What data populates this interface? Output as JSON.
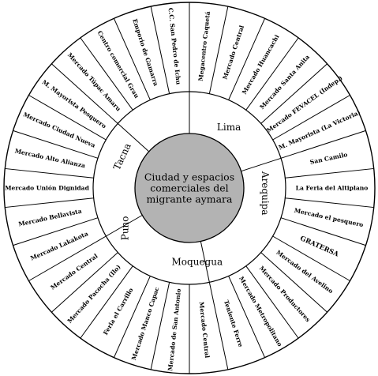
{
  "center": {
    "lines": [
      "Ciudad y espacios",
      "comerciales del",
      "migrante aymara"
    ]
  },
  "cities": [
    "Lima",
    "Arequipa",
    "Moquegua",
    "Puno",
    "Tacna"
  ],
  "markets": [
    "Megacentro Caquetá",
    "Mercado Central",
    "Mercado Huancachi",
    "Mercado Santa Anita",
    "Mercado FEVACEL (Indep.)",
    "M. Mayorista (La Victoria)",
    "San Camilo",
    "La Feria del Altiplano",
    "Mercado el pesquero",
    "GRATERSA",
    "Mercado del Avelino",
    "Mercado Productores",
    "Mercado Metropolitano",
    "Teniente Ferre",
    "Mercado Central",
    "Mercado de San Antonio",
    "Mercado Manco Capac",
    "Feria el Carrillo",
    "Mercado Pacocha (Ilo)",
    "Mercado Central",
    "Mercado Lakakota",
    "Mercado Bellavista",
    "Mercado Unión Dignidad",
    "Mercado Alto Alianza",
    "Mercado Ciudad Nueva",
    "M. Mayorista Pesquero",
    "Mercado Túpac Amaru",
    "Centro comercial Grau",
    "Emporio de Gamarra",
    "C.C. San Pedro de Ichu"
  ],
  "colors": {
    "hub_fill": "#b3b3b3",
    "stroke": "#000000",
    "background": "#ffffff"
  }
}
